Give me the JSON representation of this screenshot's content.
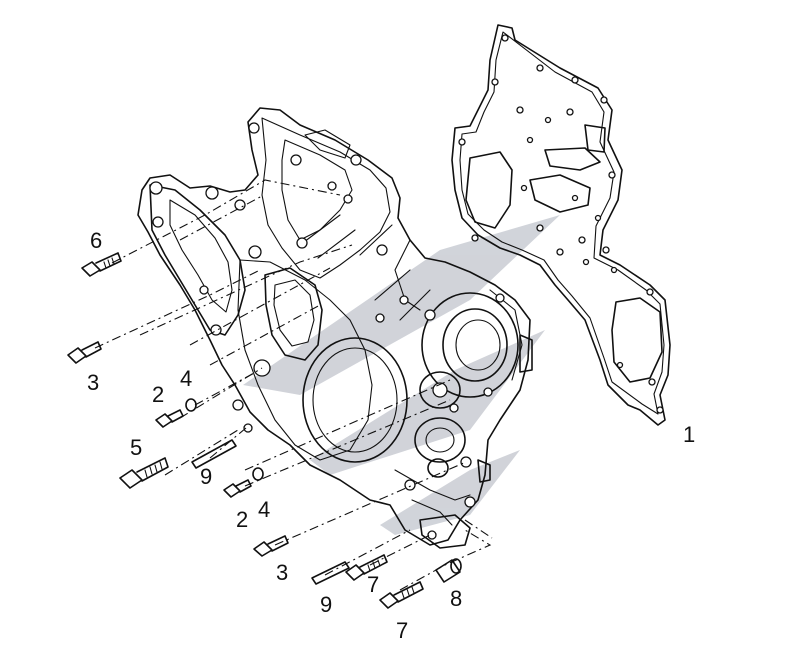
{
  "callouts": {
    "c1": "1",
    "c2a": "2",
    "c2b": "2",
    "c3a": "3",
    "c3b": "3",
    "c4a": "4",
    "c4b": "4",
    "c5": "5",
    "c6": "6",
    "c7a": "7",
    "c7b": "7",
    "c8": "8",
    "c9a": "9",
    "c9b": "9"
  },
  "colors": {
    "line": "#111111",
    "watermark": "#c9ccd3",
    "background": "#ffffff"
  },
  "icons": [
    "bolt-icon",
    "washer-icon",
    "dowel-pin-icon",
    "sleeve-icon"
  ]
}
